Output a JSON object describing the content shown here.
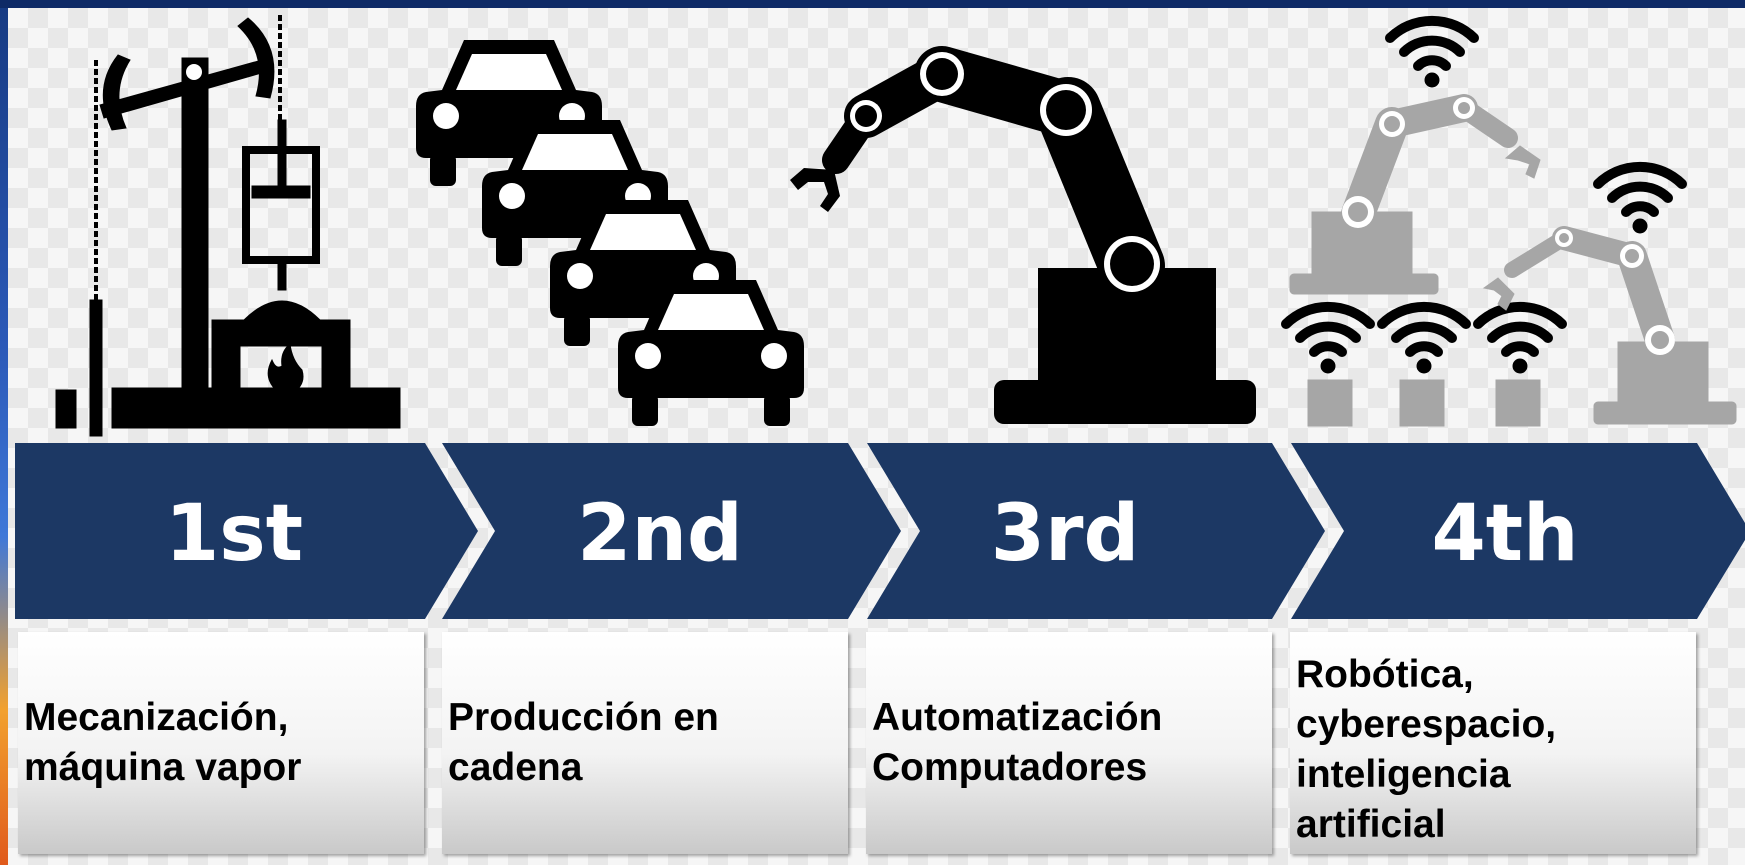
{
  "stages": [
    {
      "number": "1st",
      "description": "Mecanización,\nmáquina vapor",
      "icon": "steam-engine-icon"
    },
    {
      "number": "2nd",
      "description": "Producción en\ncadena",
      "icon": "assembly-line-cars-icon"
    },
    {
      "number": "3rd",
      "description": "Automatización\nComputadores",
      "icon": "robot-arm-icon"
    },
    {
      "number": "4th",
      "description": "Robótica,\ncyberespacio,\ninteligencia\nartificial",
      "icon": "connected-robots-icon"
    }
  ],
  "colors": {
    "chevron": "#1c3864",
    "chevron_text": "#ffffff",
    "icon_dark": "#000000",
    "icon_light": "#a6a6a6",
    "description_text": "#000000"
  }
}
